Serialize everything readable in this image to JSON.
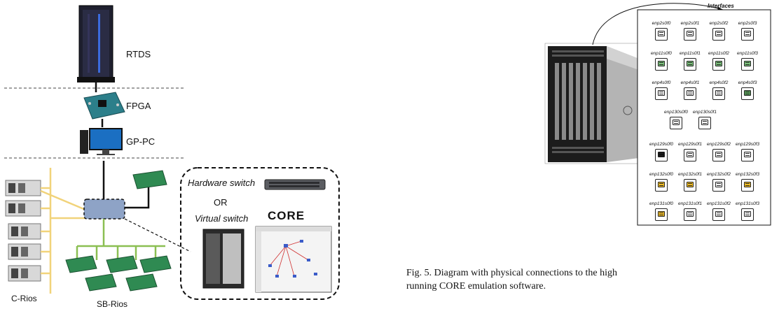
{
  "left": {
    "rtds_label": "RTDS",
    "fpga_label": "FPGA",
    "gppc_label": "GP-PC",
    "hardware_switch_label": "Hardware switch",
    "or_label": "OR",
    "virtual_switch_label": "Virtual switch",
    "core_logo_text": "CORE",
    "c_rios_label": "C-Rios",
    "sb_rios_label": "SB-Rios"
  },
  "right": {
    "interfaces_title": "Interfaces",
    "caption_line1": "Fig. 5.   Diagram with physical connections to the high",
    "caption_line2": "running CORE emulation software.",
    "interfaces": [
      {
        "name": "enp2s0f0",
        "color": "#ffffff"
      },
      {
        "name": "enp2s0f1",
        "color": "#ffffff"
      },
      {
        "name": "enp2s0f2",
        "color": "#ffffff"
      },
      {
        "name": "enp2s0f3",
        "color": "#ffffff"
      },
      {
        "name": "enp11s0f0",
        "color": "#7dc67d"
      },
      {
        "name": "enp11s0f1",
        "color": "#7dc67d"
      },
      {
        "name": "enp11s0f2",
        "color": "#7dc67d"
      },
      {
        "name": "enp11s0f3",
        "color": "#7dc67d"
      },
      {
        "name": "enp4s0f0",
        "color": "#ffffff"
      },
      {
        "name": "enp4s0f1",
        "color": "#ffffff"
      },
      {
        "name": "enp4s0f2",
        "color": "#ffffff"
      },
      {
        "name": "enp4s0f3",
        "color": "#5aa35a"
      },
      {
        "name": "enp130s0f0",
        "color": "#ffffff"
      },
      {
        "name": "enp130s0f1",
        "color": "#ffffff"
      },
      {
        "name": "enp129s0f0",
        "color": "#111111"
      },
      {
        "name": "enp129s0f1",
        "color": "#ffffff"
      },
      {
        "name": "enp129s0f2",
        "color": "#ffffff"
      },
      {
        "name": "enp129s0f3",
        "color": "#ffffff"
      },
      {
        "name": "enp132s0f0",
        "color": "#f5c024"
      },
      {
        "name": "enp132s0f1",
        "color": "#f5c024"
      },
      {
        "name": "enp132s0f2",
        "color": "#ffffff"
      },
      {
        "name": "enp132s0f3",
        "color": "#f5c024"
      },
      {
        "name": "enp131s0f0",
        "color": "#f5c024"
      },
      {
        "name": "enp131s0f1",
        "color": "#ffffff"
      },
      {
        "name": "enp131s0f2",
        "color": "#ffffff"
      },
      {
        "name": "enp131s0f3",
        "color": "#ffffff"
      }
    ]
  }
}
